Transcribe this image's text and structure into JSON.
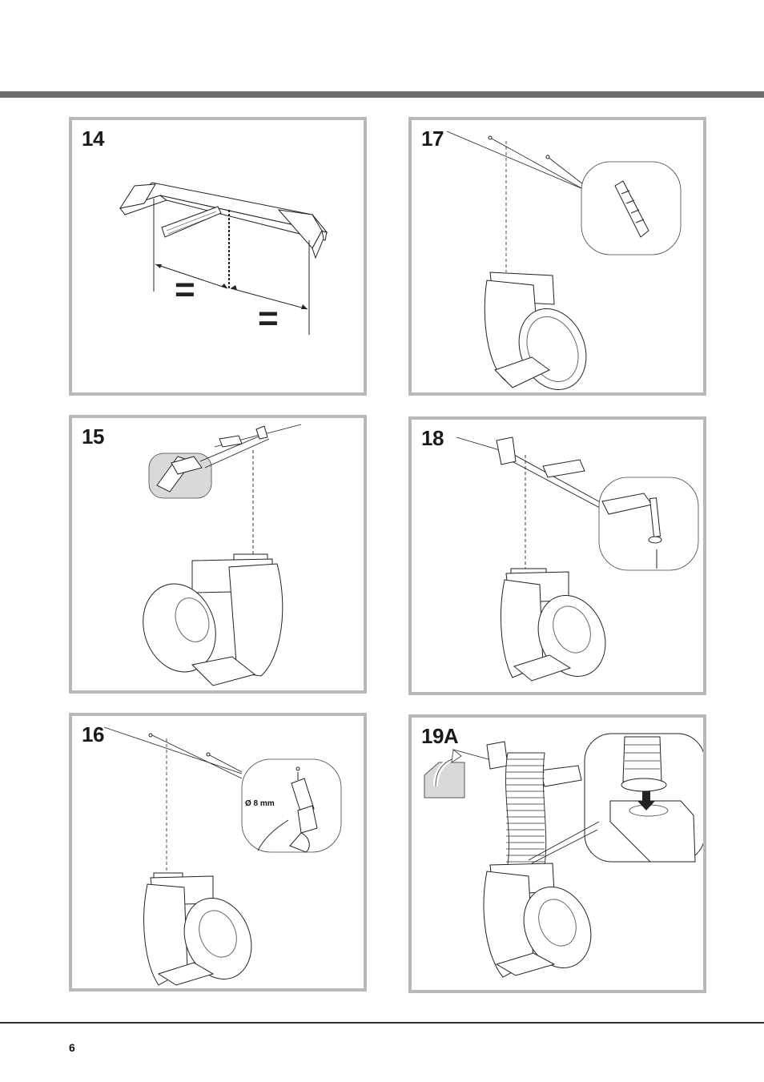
{
  "page": {
    "number": "6"
  },
  "panels": [
    {
      "id": "p14",
      "label": "14",
      "equal_sign": "="
    },
    {
      "id": "p15",
      "label": "15"
    },
    {
      "id": "p16",
      "label": "16",
      "drill_diameter": "Ø 8 mm"
    },
    {
      "id": "p17",
      "label": "17"
    },
    {
      "id": "p18",
      "label": "18"
    },
    {
      "id": "p19a",
      "label": "19A"
    }
  ],
  "colors": {
    "frame": "#b9b9b9",
    "top_bar": "#6e6e70",
    "callout_fill": "#d9d9d9"
  }
}
